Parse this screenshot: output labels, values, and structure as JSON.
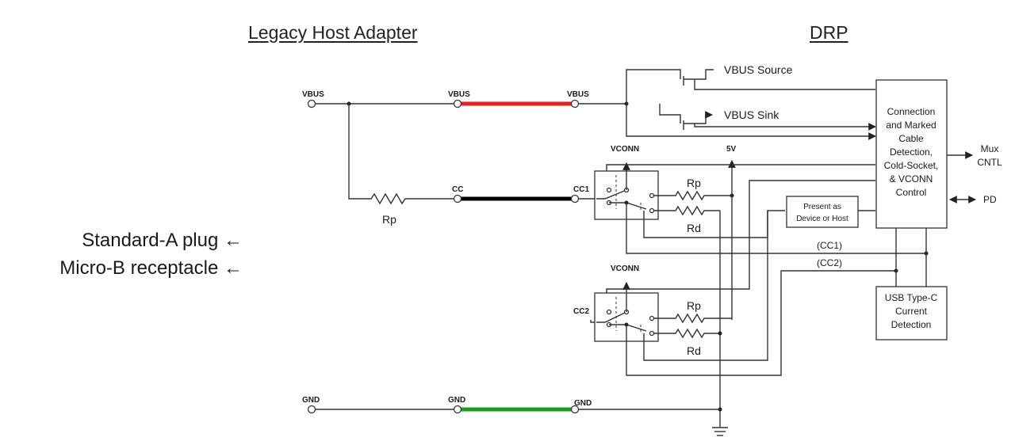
{
  "headers": {
    "left": "Legacy Host Adapter",
    "right": "DRP"
  },
  "side": {
    "line1": "Standard-A plug ←",
    "line2": "Micro-B receptacle ←"
  },
  "wires": {
    "vbus": "VBUS",
    "cc": "CC",
    "cc1": "CC1",
    "cc2": "CC2",
    "gnd": "GND",
    "vconn": "VCONN",
    "five_v": "5V"
  },
  "vbus_source": "VBUS Source",
  "vbus_sink": "VBUS Sink",
  "resistors": {
    "rp": "Rp",
    "rd": "Rd"
  },
  "control_box": [
    "Connection",
    "and Marked",
    "Cable",
    "Detection,",
    "Cold-Socket,",
    "& VCONN",
    "Control"
  ],
  "present_box": [
    "Present as",
    "Device or Host"
  ],
  "current_box": [
    "USB Type-C",
    "Current",
    "Detection"
  ],
  "cc_taps": {
    "cc1": "(CC1)",
    "cc2": "(CC2)"
  },
  "outputs": {
    "mux": "Mux",
    "cntl": "CNTL",
    "pd": "PD"
  },
  "colors": {
    "vbus_cable": "#ee1c1c",
    "cc_cable": "#000000",
    "gnd_cable": "#179c1c"
  }
}
